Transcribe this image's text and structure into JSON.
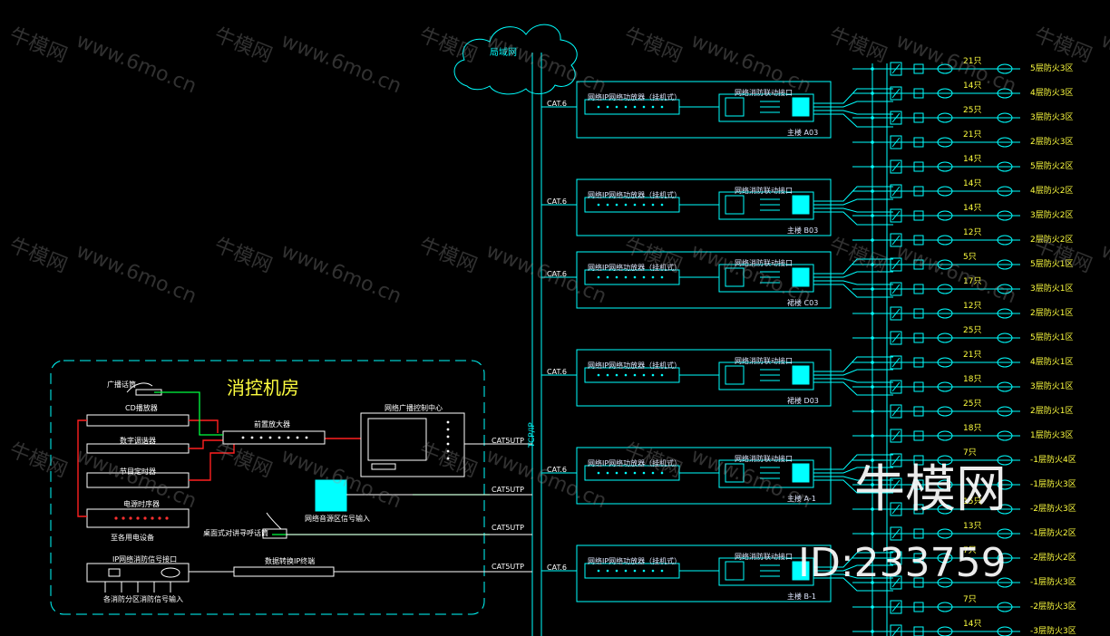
{
  "cloud_label": "局域网",
  "tcpip_label": "TCP/IP",
  "control_room": {
    "title": "消控机房",
    "mic_label": "广播话筒",
    "cd_label": "CD播放器",
    "tuner_label": "数字调谐器",
    "timer_label": "节目定时器",
    "power_label": "电源时序器",
    "power_sub": "至各用电设备",
    "amp_label": "前置放大器",
    "center_label": "网络广播控制中心",
    "ip_panel_label": "网络音源区信号输入",
    "desk_mic_label": "桌面式对讲寻呼话筒",
    "ip_interface_label": "IP网络消防信号接口",
    "ip_interface_sub": "各消防分区消防信号输入",
    "converter_label": "数据转换IP终端",
    "cat_labels": [
      "CAT5UTP",
      "CAT5UTP",
      "CAT5UTP",
      "CAT5UTP"
    ]
  },
  "floors": [
    {
      "cat": "CAT.6",
      "dev1": "网络IP网络功放器（挂机式）",
      "dev2": "网络消防联动接口",
      "building": "主楼 A03"
    },
    {
      "cat": "CAT.6",
      "dev1": "网络IP网络功放器（挂机式）",
      "dev2": "网络消防联动接口",
      "building": "主楼 B03"
    },
    {
      "cat": "CAT.6",
      "dev1": "网络IP网络功放器（挂机式）",
      "dev2": "网络消防联动接口",
      "building": "裙楼 C03"
    },
    {
      "cat": "CAT.6",
      "dev1": "网络IP网络功放器（挂机式）",
      "dev2": "网络消防联动接口",
      "building": "裙楼 D03"
    },
    {
      "cat": "CAT.6",
      "dev1": "网络IP网络功放器（挂机式）",
      "dev2": "网络消防联动接口",
      "building": "主楼 A-1"
    },
    {
      "cat": "CAT.6",
      "dev1": "网络IP网络功放器（挂机式）",
      "dev2": "网络消防联动接口",
      "building": "主楼 B-1"
    }
  ],
  "zones": [
    {
      "count": "21只",
      "zone": "5层防火3区"
    },
    {
      "count": "14只",
      "zone": "4层防火3区"
    },
    {
      "count": "25只",
      "zone": "3层防火3区"
    },
    {
      "count": "21只",
      "zone": "2层防火3区"
    },
    {
      "count": "14只",
      "zone": "5层防火2区"
    },
    {
      "count": "14只",
      "zone": "4层防火2区"
    },
    {
      "count": "14只",
      "zone": "3层防火2区"
    },
    {
      "count": "12只",
      "zone": "2层防火2区"
    },
    {
      "count": "5只",
      "zone": "5层防火1区"
    },
    {
      "count": "17只",
      "zone": "3层防火1区"
    },
    {
      "count": "12只",
      "zone": "2层防火1区"
    },
    {
      "count": "25只",
      "zone": "5层防火1区"
    },
    {
      "count": "21只",
      "zone": "4层防火1区"
    },
    {
      "count": "18只",
      "zone": "3层防火1区"
    },
    {
      "count": "25只",
      "zone": "2层防火1区"
    },
    {
      "count": "18只",
      "zone": "1层防火3区"
    },
    {
      "count": "7只",
      "zone": "-1层防火4区"
    },
    {
      "count": "",
      "zone": "-1层防火3区"
    },
    {
      "count": "15只",
      "zone": "-2层防火3区"
    },
    {
      "count": "13只",
      "zone": "-1层防火2区"
    },
    {
      "count": "7只",
      "zone": "-2层防火2区"
    },
    {
      "count": "",
      "zone": "-1层防火3区"
    },
    {
      "count": "7只",
      "zone": "-2层防火3区"
    },
    {
      "count": "14只",
      "zone": "-3层防火3区"
    }
  ],
  "watermark": {
    "brand": "牛模网",
    "url": "www.6mo.cn",
    "big_brand": "牛模网",
    "id": "ID:233759"
  },
  "colors": {
    "background": "#000000",
    "line": "#00ffff",
    "count_text": "#ffff40",
    "green_line": "#00ff40",
    "red_line": "#ff2020"
  }
}
